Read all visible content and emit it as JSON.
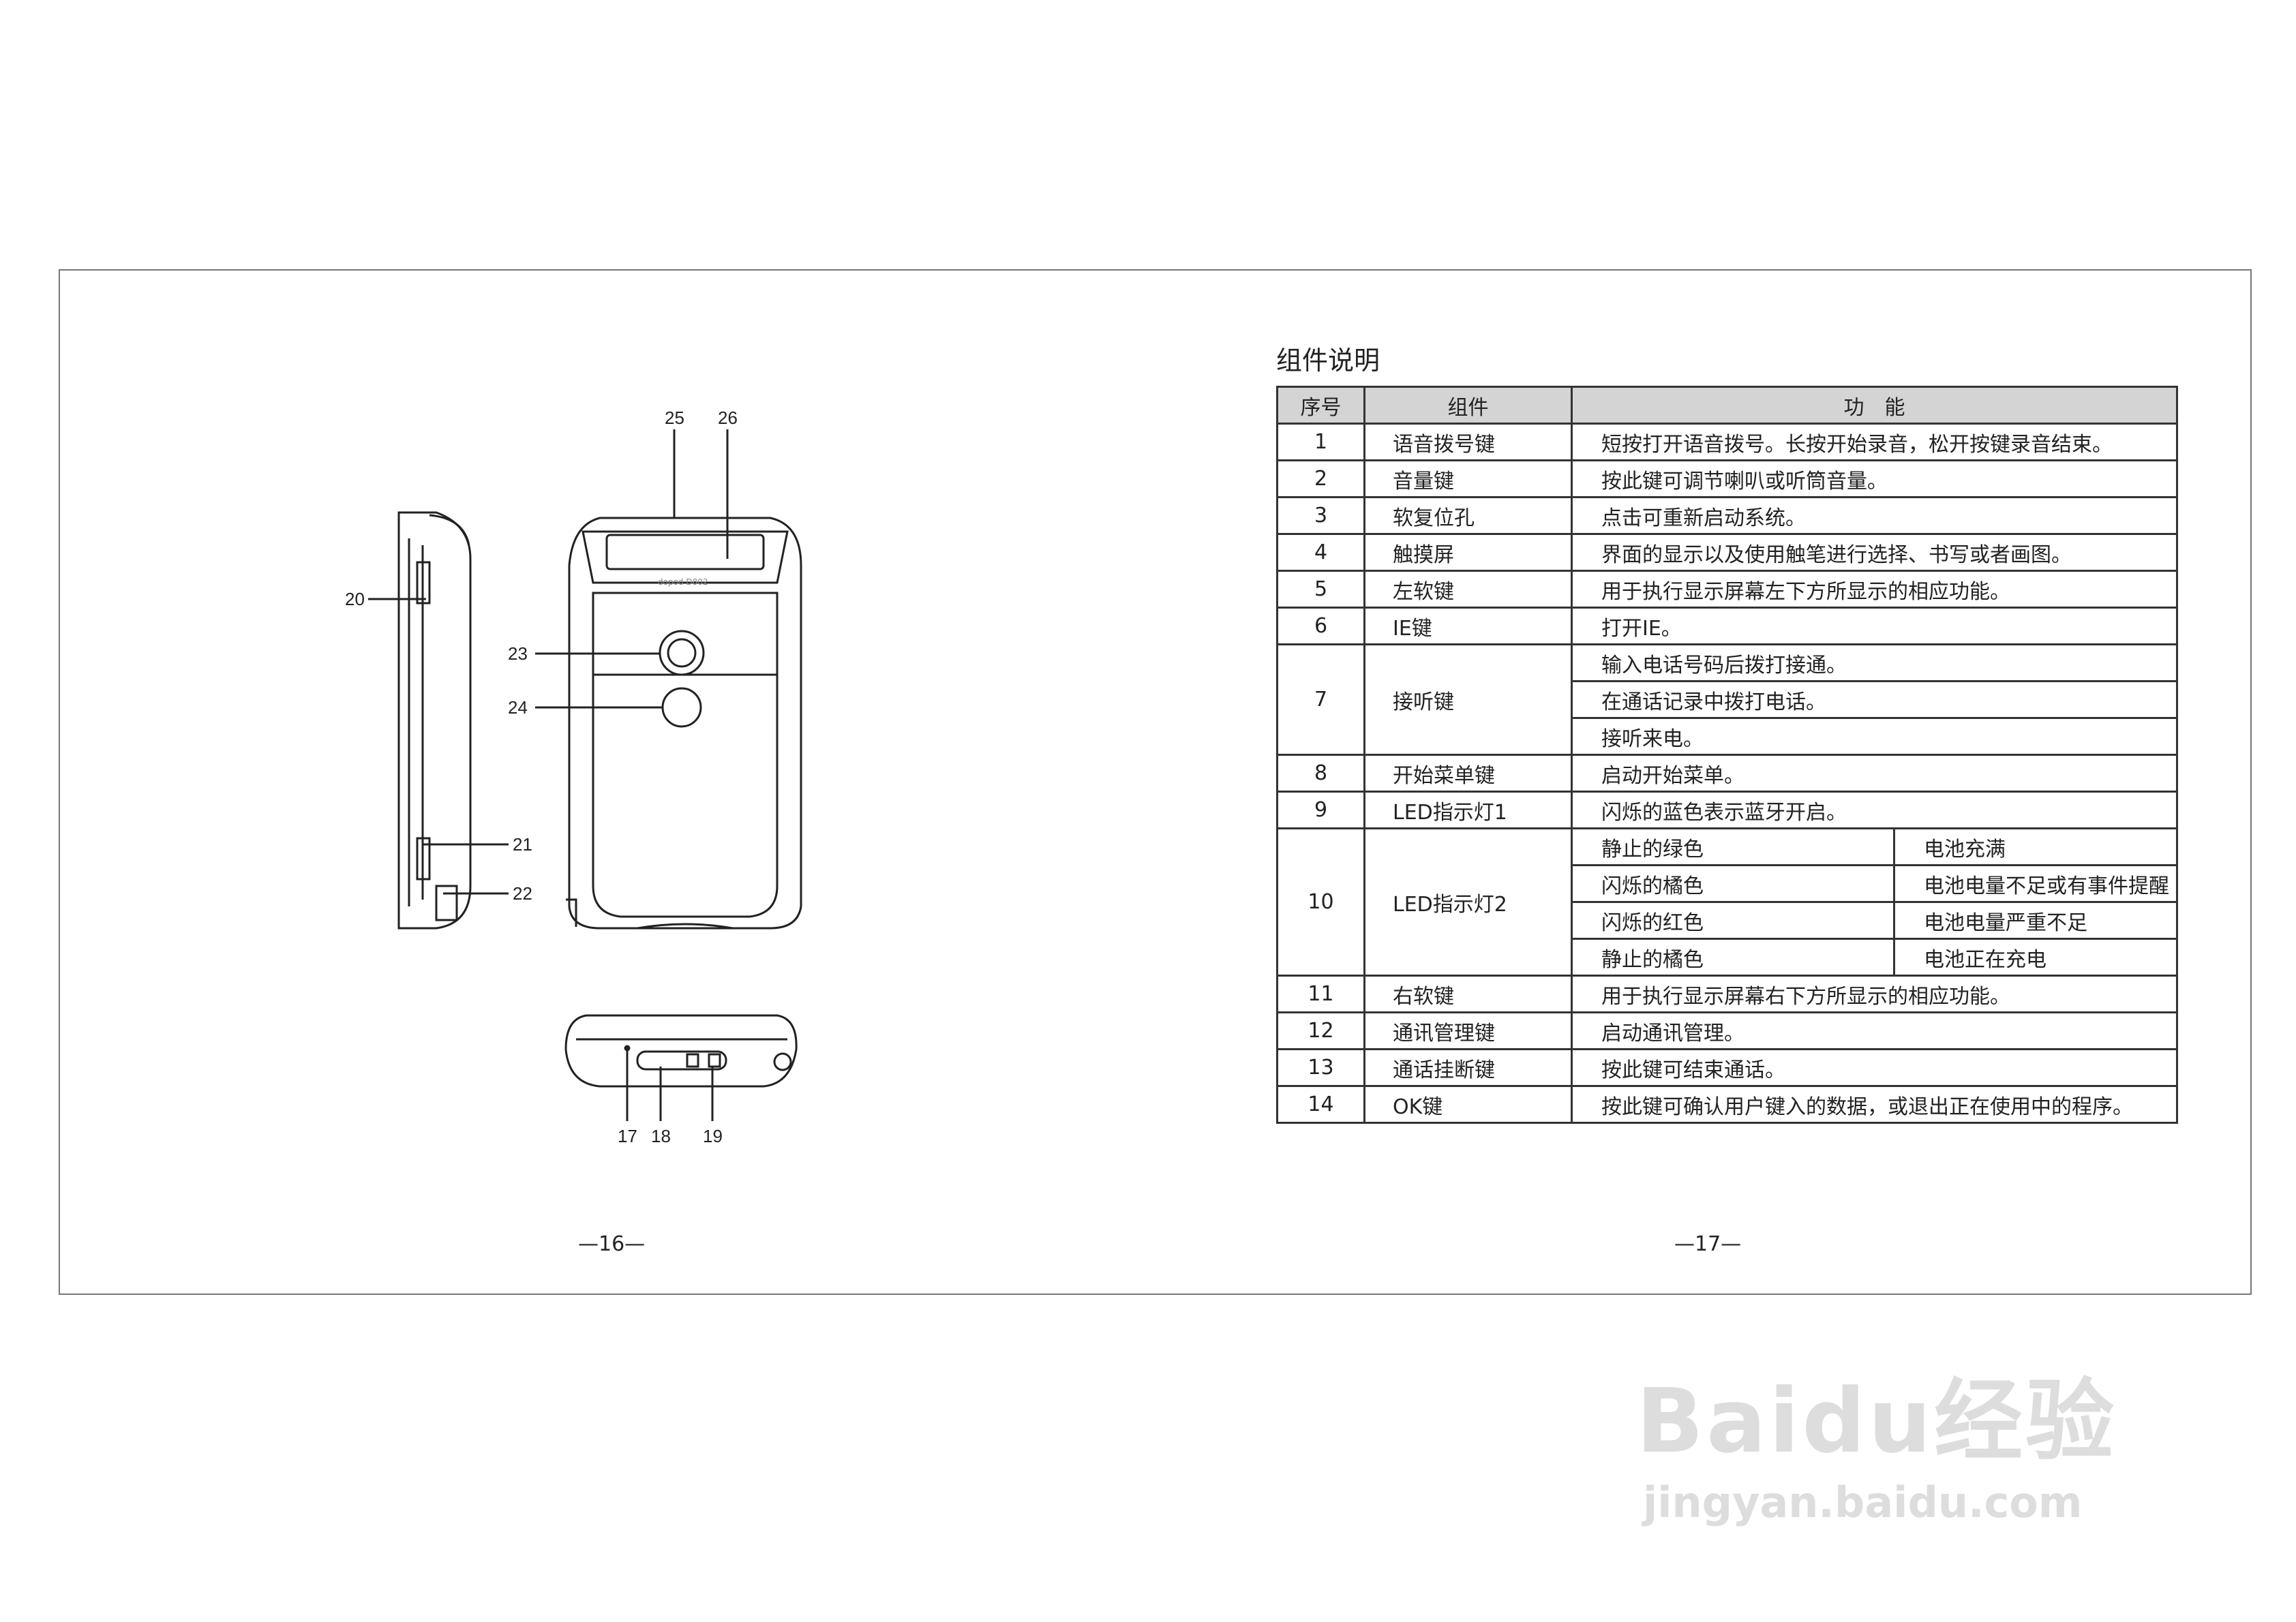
{
  "left_page": {
    "callouts": [
      "25",
      "26",
      "20",
      "23",
      "24",
      "21",
      "22",
      "17",
      "18",
      "19"
    ],
    "device_brand": "dopod D802",
    "page_number": "—16—"
  },
  "right_page": {
    "title": "组件说明",
    "headers": [
      "序号",
      "组件",
      "功　能"
    ],
    "rows": [
      {
        "no": "1",
        "name": "语音拨号键",
        "func": [
          "短按打开语音拨号。长按开始录音，松开按键录音结束。"
        ]
      },
      {
        "no": "2",
        "name": "音量键",
        "func": [
          "按此键可调节喇叭或听筒音量。"
        ]
      },
      {
        "no": "3",
        "name": "软复位孔",
        "func": [
          "点击可重新启动系统。"
        ]
      },
      {
        "no": "4",
        "name": "触摸屏",
        "func": [
          "界面的显示以及使用触笔进行选择、书写或者画图。"
        ]
      },
      {
        "no": "5",
        "name": "左软键",
        "func": [
          "用于执行显示屏幕左下方所显示的相应功能。"
        ]
      },
      {
        "no": "6",
        "name": "IE键",
        "func": [
          "打开IE。"
        ]
      },
      {
        "no": "7",
        "name": "接听键",
        "func": [
          "输入电话号码后拨打接通。",
          "在通话记录中拨打电话。",
          "接听来电。"
        ]
      },
      {
        "no": "8",
        "name": "开始菜单键",
        "func": [
          "启动开始菜单。"
        ]
      },
      {
        "no": "9",
        "name": "LED指示灯1",
        "func": [
          "闪烁的蓝色表示蓝牙开启。"
        ]
      },
      {
        "no": "10",
        "name": "LED指示灯2",
        "pairs": [
          [
            "静止的绿色",
            "电池充满"
          ],
          [
            "闪烁的橘色",
            "电池电量不足或有事件提醒"
          ],
          [
            "闪烁的红色",
            "电池电量严重不足"
          ],
          [
            "静止的橘色",
            "电池正在充电"
          ]
        ]
      },
      {
        "no": "11",
        "name": "右软键",
        "func": [
          "用于执行显示屏幕右下方所显示的相应功能。"
        ]
      },
      {
        "no": "12",
        "name": "通讯管理键",
        "func": [
          "启动通讯管理。"
        ]
      },
      {
        "no": "13",
        "name": "通话挂断键",
        "func": [
          "按此键可结束通话。"
        ]
      },
      {
        "no": "14",
        "name": "OK键",
        "func": [
          "按此键可确认用户键入的数据，或退出正在使用中的程序。"
        ]
      }
    ],
    "page_number": "—17—"
  },
  "watermark": {
    "logo": "Baidu经验",
    "url": "jingyan.baidu.com"
  }
}
